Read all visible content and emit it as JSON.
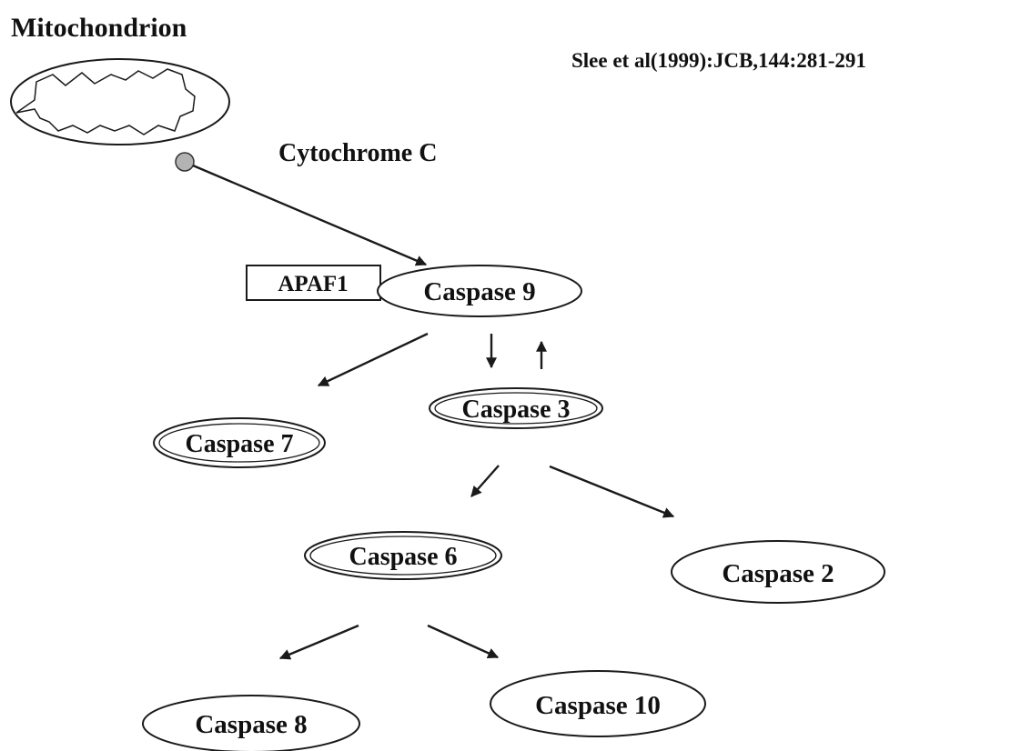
{
  "diagram": {
    "title": "Mitochondrion",
    "citation": "Slee et al(1999):JCB,144:281-291",
    "cytochrome_label": "Cytochrome C",
    "nodes": {
      "apaf1": "APAF1",
      "caspase9": "Caspase 9",
      "caspase3": "Caspase 3",
      "caspase7": "Caspase 7",
      "caspase6": "Caspase 6",
      "caspase2": "Caspase 2",
      "caspase8": "Caspase 8",
      "caspase10": "Caspase 10"
    },
    "edges": [
      {
        "from": "Cytochrome C",
        "to": "Caspase 9"
      },
      {
        "from": "Caspase 9",
        "to": "Caspase 7"
      },
      {
        "from": "Caspase 9",
        "to": "Caspase 3"
      },
      {
        "from": "Caspase 3",
        "to": "Caspase 9"
      },
      {
        "from": "Caspase 3",
        "to": "Caspase 6"
      },
      {
        "from": "Caspase 3",
        "to": "Caspase 2"
      },
      {
        "from": "Caspase 6",
        "to": "Caspase 8"
      },
      {
        "from": "Caspase 6",
        "to": "Caspase 10"
      }
    ],
    "colors": {
      "stroke": "#1a1a1a",
      "text": "#111111",
      "cytochrome_dot": "#b3b3b3",
      "background": "#ffffff"
    }
  }
}
